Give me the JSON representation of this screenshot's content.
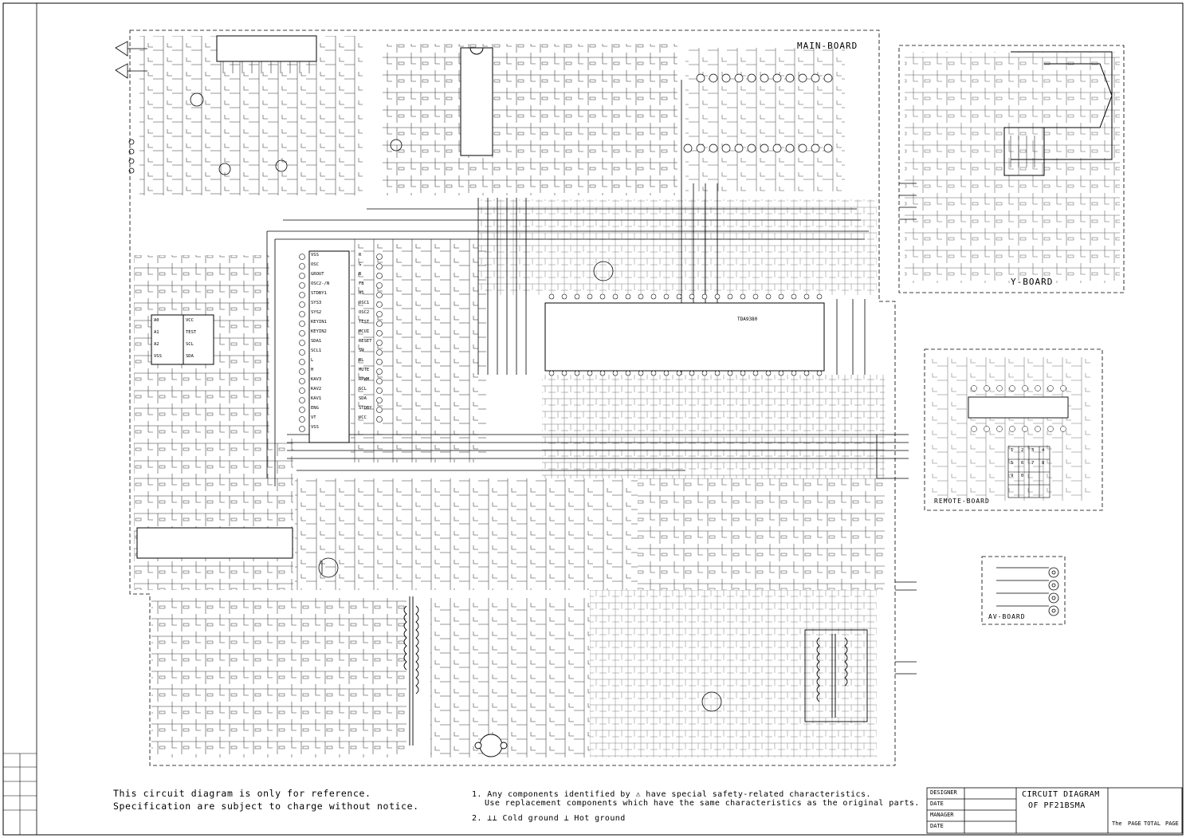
{
  "boards": {
    "main": "MAIN-BOARD",
    "y": "Y-BOARD",
    "remote": "REMOTE-BOARD",
    "av": "AV-BOARD"
  },
  "notes": {
    "left": [
      "This circuit diagram is only for reference.",
      "Specification are subject to charge without notice."
    ],
    "right": [
      "1. Any components identified by ⚠ have special safety-related characteristics.",
      "Use replacement components which have the same characteristics as the original parts.",
      "2. ⊥⊥ Cold ground    ⊥ Hot ground"
    ]
  },
  "title_block": {
    "fields": [
      "DESIGNER",
      "DATE",
      "MANAGER",
      "DATE"
    ],
    "title_line1": "CIRCUIT DIAGRAM",
    "title_line2": "OF PF21BSMA",
    "footer": [
      "The",
      "PAGE",
      "TOTAL",
      "PAGE"
    ]
  },
  "ic_labels": {
    "cpu_pins_left": [
      "VSS",
      "OSC",
      "GROUT",
      "OSC2-/N",
      "STDBY1",
      "SYS3",
      "SYS2",
      "KEYIN1",
      "KEYIN2",
      "SDA1",
      "SCL1",
      "L",
      "H",
      "KAV3",
      "KAV2",
      "KAV1",
      "ENG",
      "VT",
      "VSS"
    ],
    "cpu_pins_right": [
      "R",
      "G",
      "B",
      "FB",
      "HS",
      "OSC1",
      "OSC2",
      "TEST",
      "MCUI",
      "RESET",
      "SW",
      "BL",
      "MUTE",
      "RPWM",
      "SCL",
      "SDA",
      "STDBY",
      "VCC"
    ],
    "eeprom_pins": [
      "A0",
      "A1",
      "A2",
      "VSS",
      "VCC",
      "TEST",
      "SCL",
      "SDA"
    ],
    "main_ic": "TDA9380",
    "remote_keys": [
      "1",
      "2",
      "3",
      "4",
      "5",
      "6",
      "7",
      "8",
      "9",
      "0"
    ]
  },
  "colors": {
    "ink": "#000000",
    "paper": "#ffffff"
  }
}
